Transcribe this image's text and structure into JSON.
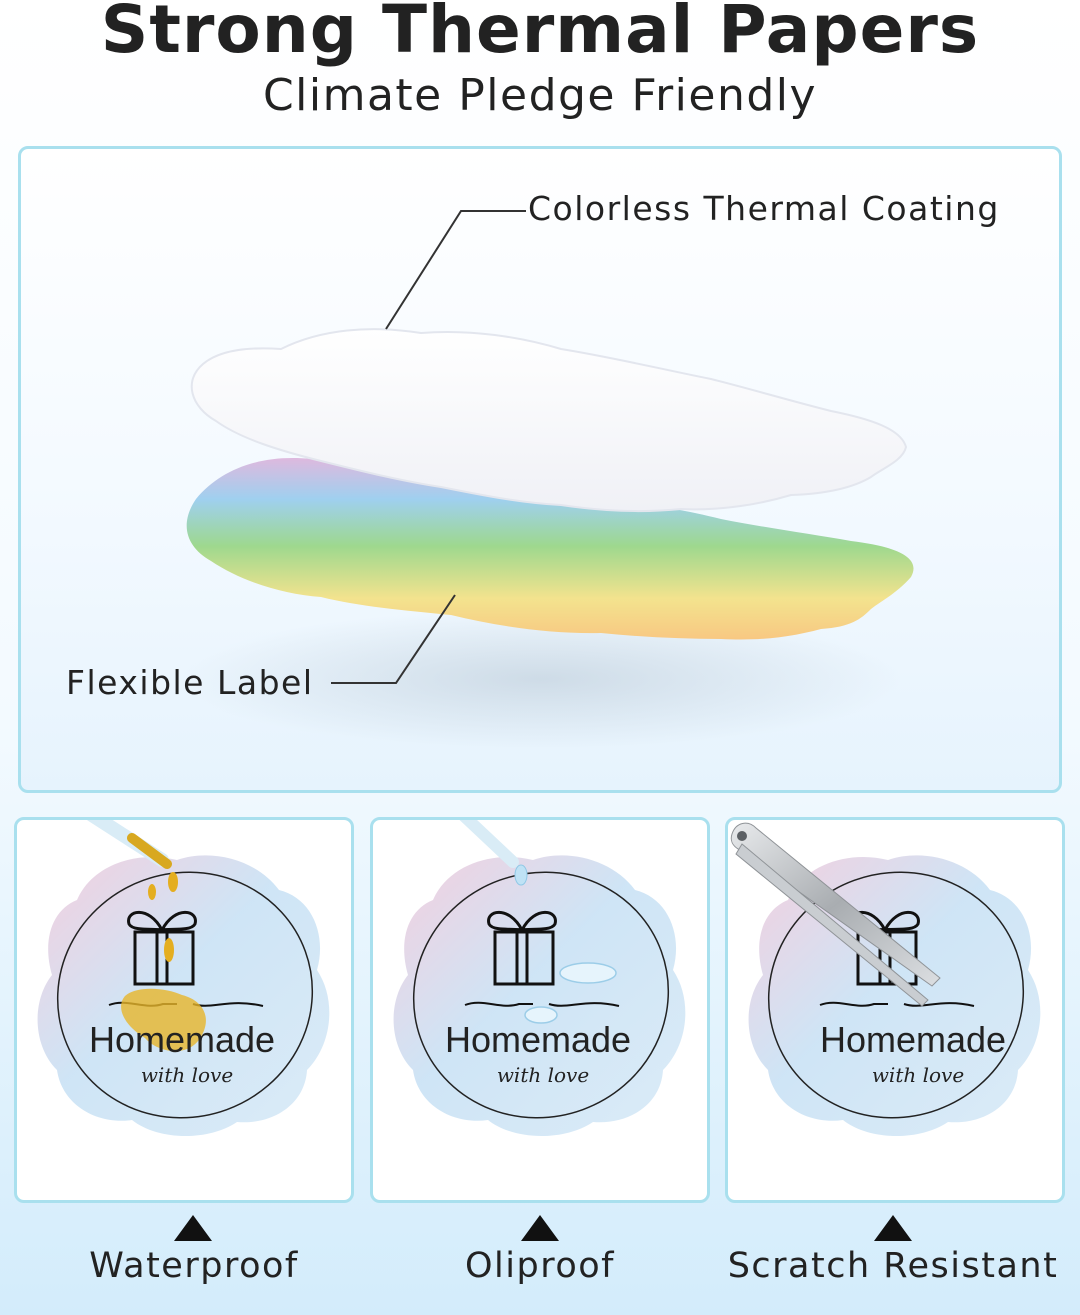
{
  "header": {
    "title": "Strong Thermal Papers",
    "subtitle": "Climate Pledge Friendly"
  },
  "diagram": {
    "top_callout": "Colorless Thermal Coating",
    "bottom_callout": "Flexible Label"
  },
  "features": [
    {
      "label": "Waterproof",
      "icon": "oil-dropper-icon",
      "accent": "#e8b020"
    },
    {
      "label": "Oliproof",
      "icon": "water-dropper-icon",
      "accent": "#9fd3ef"
    },
    {
      "label": "Scratch Resistant",
      "icon": "tweezers-icon",
      "accent": "#b8bcc0"
    }
  ],
  "sticker": {
    "title": "Homemade",
    "tagline": "with love"
  },
  "colors": {
    "border": "#a9e0ee",
    "text": "#222222"
  }
}
